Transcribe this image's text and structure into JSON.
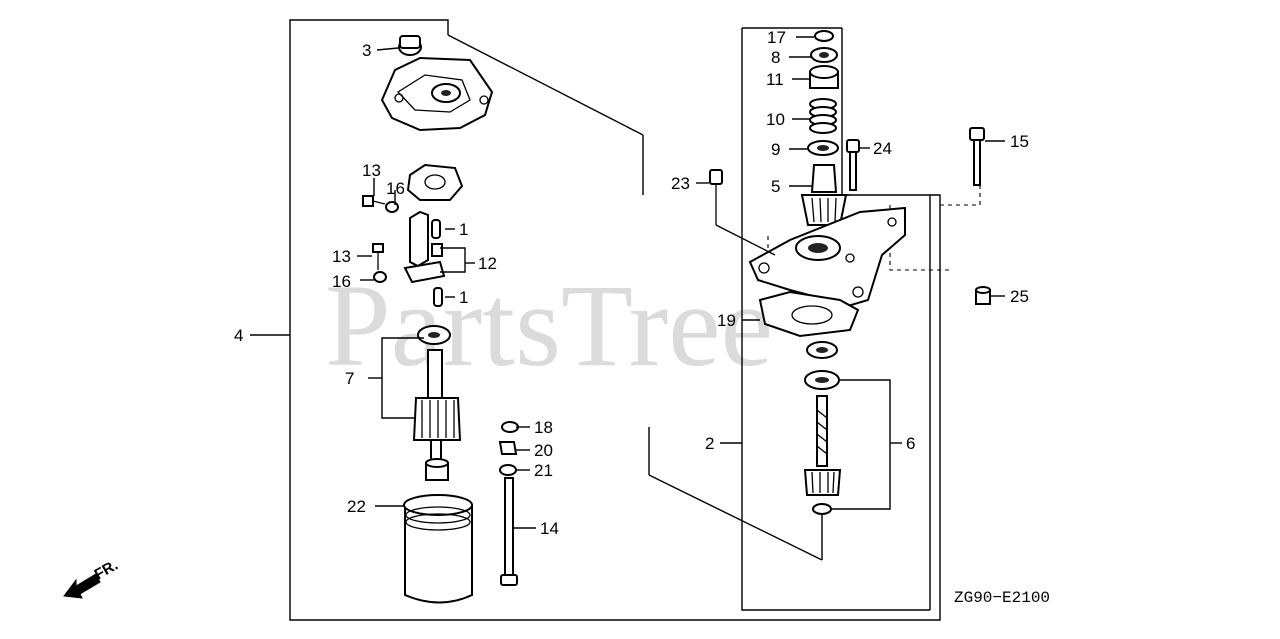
{
  "watermark": "PartsTree",
  "diagram_code": "ZG90−E2100",
  "direction_label": "FR.",
  "callouts": [
    "1",
    "1",
    "2",
    "3",
    "4",
    "5",
    "6",
    "7",
    "8",
    "9",
    "10",
    "11",
    "12",
    "13",
    "13",
    "14",
    "15",
    "16",
    "16",
    "17",
    "18",
    "19",
    "20",
    "21",
    "22",
    "23",
    "24",
    "25"
  ]
}
